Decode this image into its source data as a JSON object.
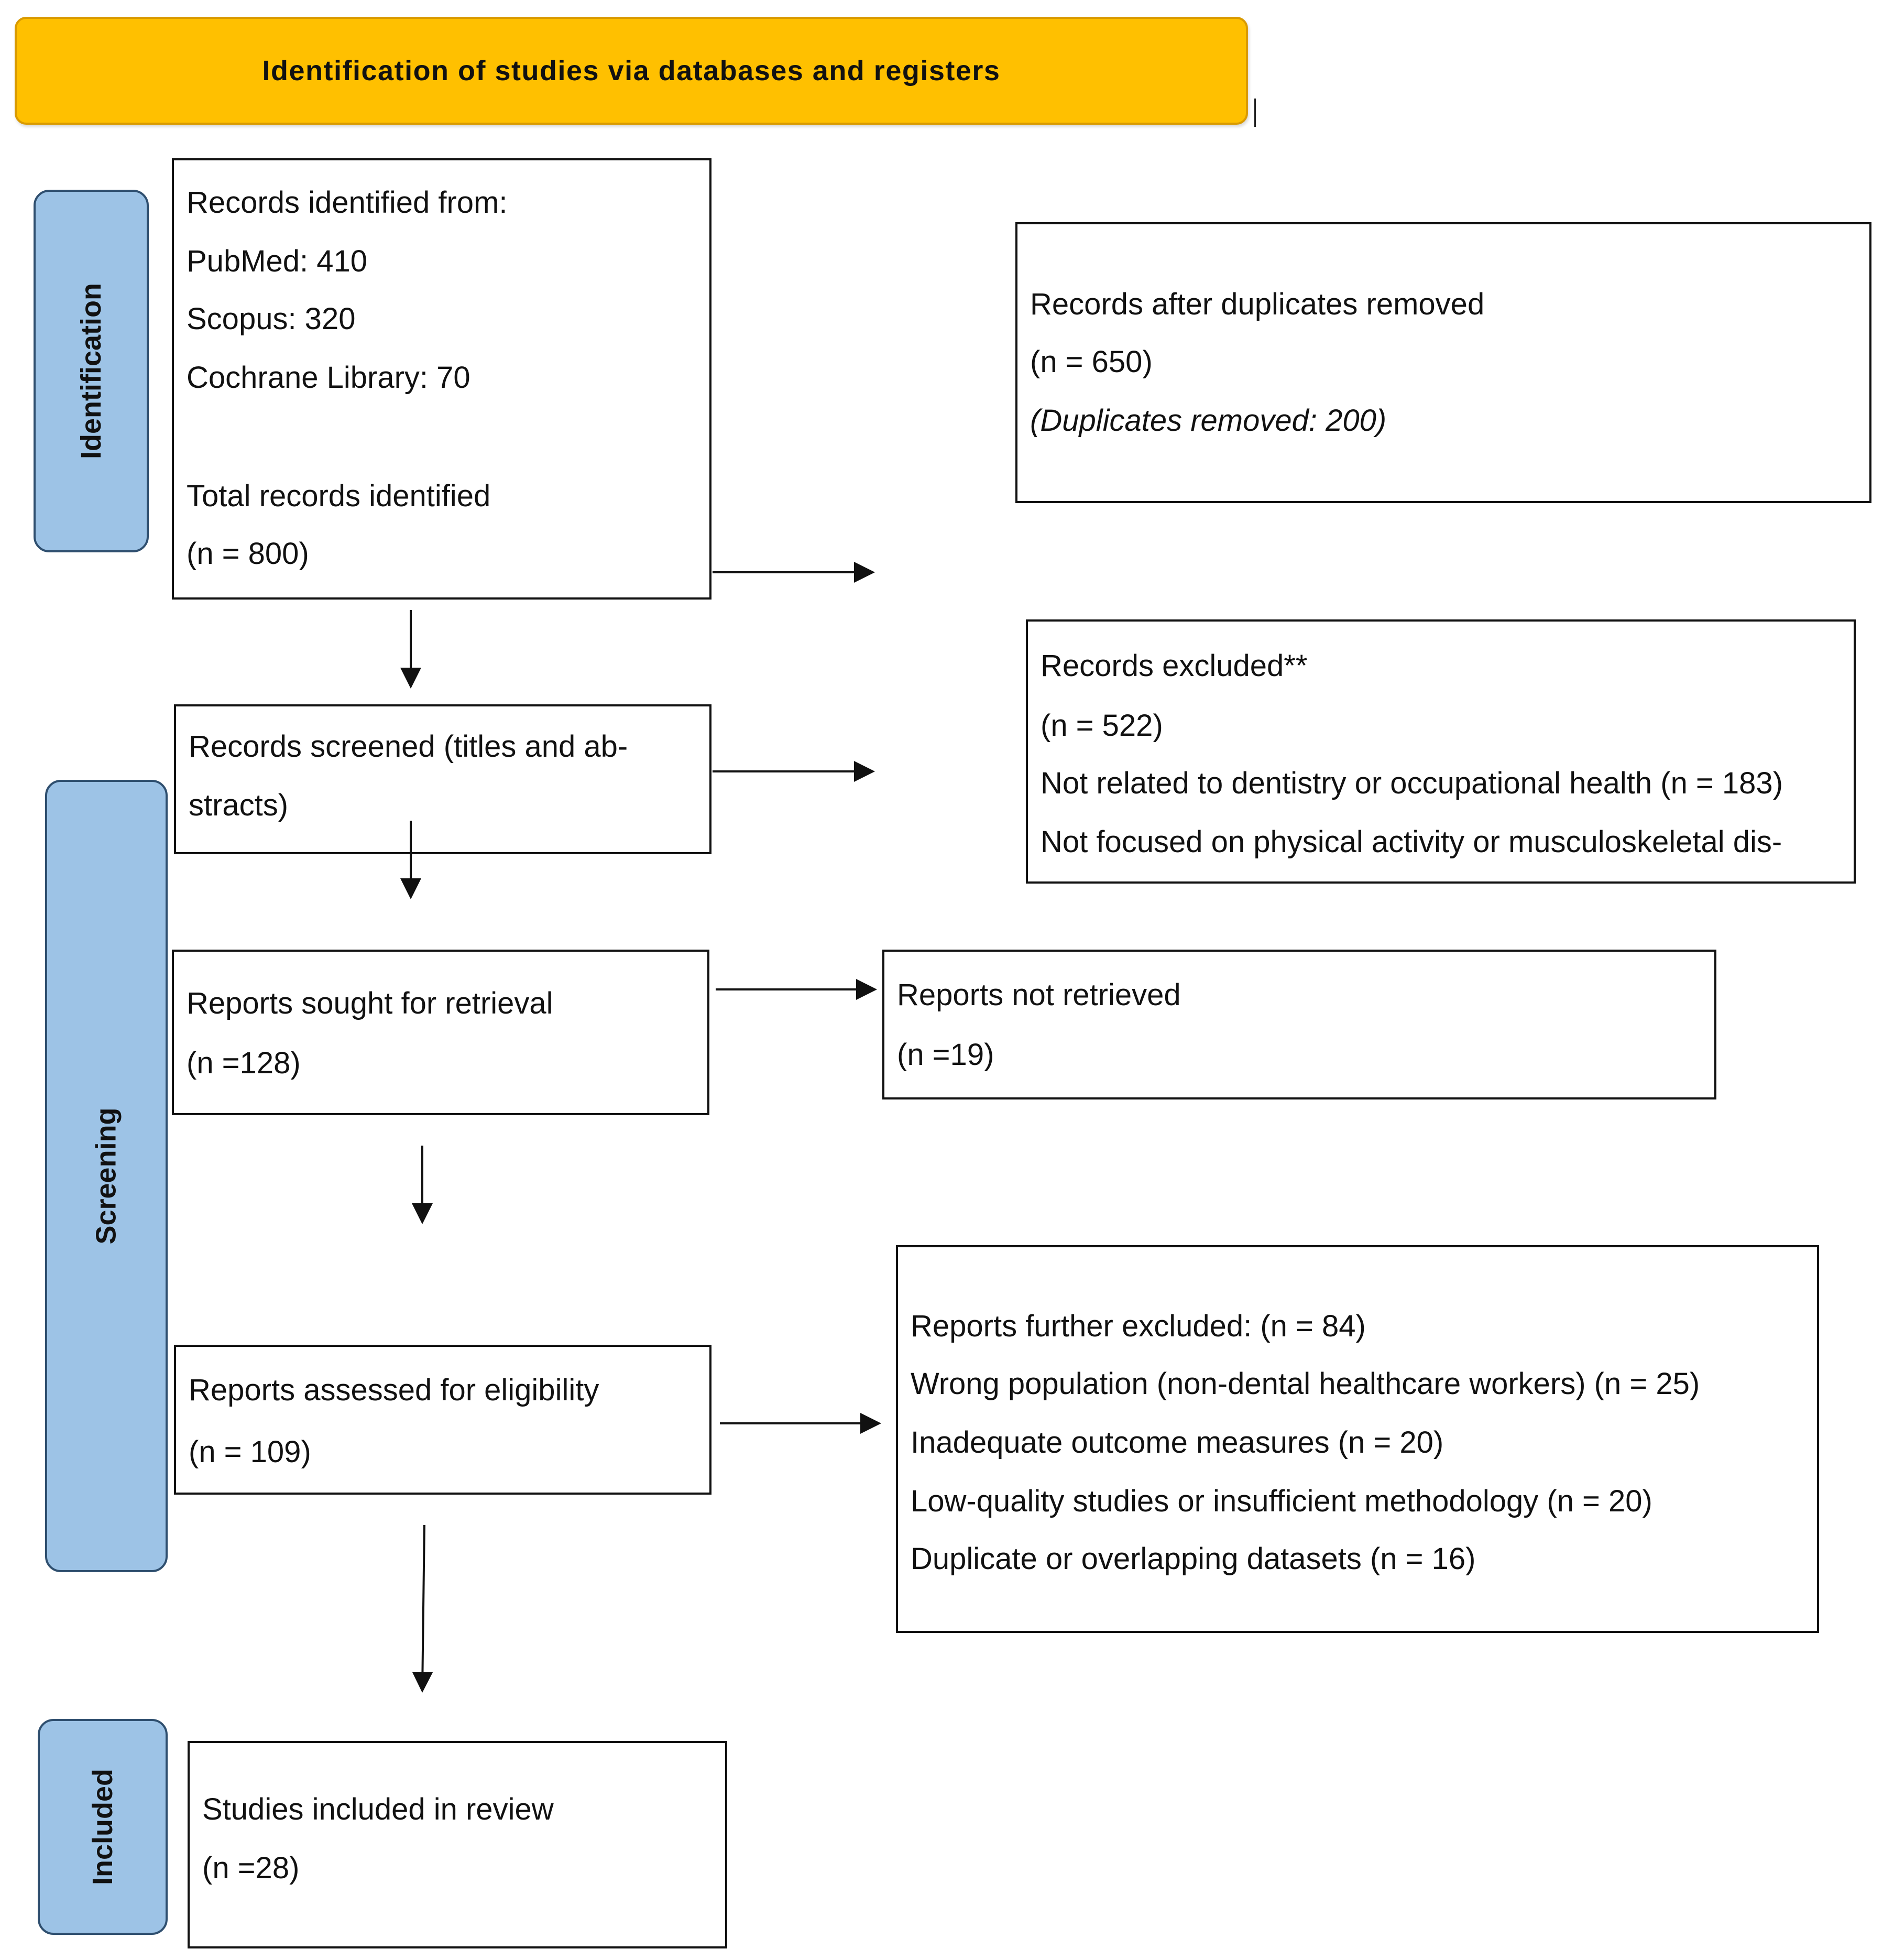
{
  "header": {
    "title": "Identification of studies via databases and registers"
  },
  "phases": {
    "identification": "Identification",
    "screening": "Screening",
    "included": "Included"
  },
  "boxes": {
    "records_identified": {
      "heading": "Records identified from:",
      "pubmed": "PubMed: 410",
      "scopus": "Scopus: 320",
      "cochrane": "Cochrane Library: 70",
      "total_label": "Total records identified",
      "total_n": "(n = 800)"
    },
    "after_duplicates": {
      "label": "Records after duplicates removed",
      "n": "(n = 650)",
      "note": "(Duplicates removed: 200)"
    },
    "records_screened": {
      "line1": "Records screened (titles and ab-",
      "line2": "stracts)"
    },
    "records_excluded": {
      "label": "Records excluded**",
      "n": "(n = 522)",
      "reason1": "Not related to dentistry or occupational health (n = 183)",
      "reason2": "Not focused on physical activity or musculoskeletal dis-"
    },
    "sought_retrieval": {
      "label": "Reports sought for retrieval",
      "n": "(n =128)"
    },
    "not_retrieved": {
      "label": "Reports not retrieved",
      "n": "(n =19)"
    },
    "assessed_eligibility": {
      "label": "Reports assessed for eligibility",
      "n": "(n = 109)"
    },
    "further_excluded": {
      "label": "Reports further excluded: (n = 84)",
      "reason1": "Wrong population (non-dental healthcare workers) (n = 25)",
      "reason2": "Inadequate outcome measures (n = 20)",
      "reason3": "Low-quality studies or insufficient methodology (n = 20)",
      "reason4": "Duplicate or overlapping datasets (n = 16)"
    },
    "included_review": {
      "label": "Studies included in review",
      "n": "(n =28)"
    }
  },
  "colors": {
    "header_fill": "#ffc000",
    "phase_fill": "#9dc3e6",
    "box_border": "#111111"
  }
}
